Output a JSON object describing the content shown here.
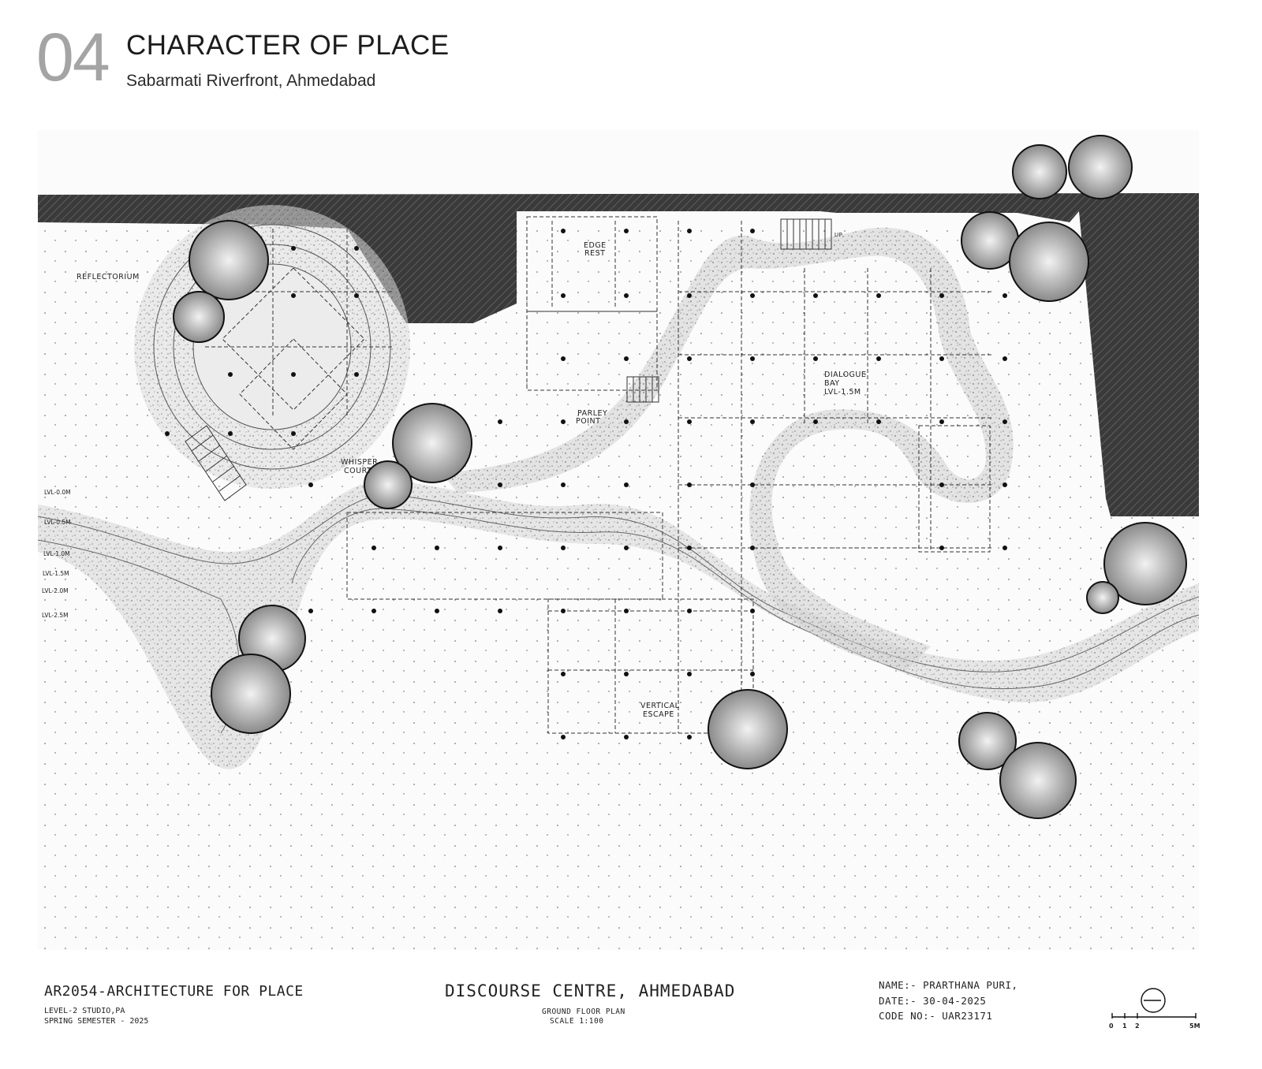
{
  "header": {
    "number": "04",
    "title": "CHARACTER OF PLACE",
    "subtitle": "Sabarmati Riverfront, Ahmedabad"
  },
  "plan": {
    "spaces": {
      "reflectorium": "REFLECTORIUM",
      "edge_rest_1": "EDGE",
      "edge_rest_2": "REST",
      "parley_1": "PARLEY",
      "parley_2": "POINT",
      "dialogue_1": "DIALOGUE",
      "dialogue_2": "BAY",
      "dialogue_lvl": "LVL-1.5M",
      "whisper_1": "WHISPER",
      "whisper_2": "COURT",
      "vertical_1": "VERTICAL",
      "vertical_2": "ESCAPE"
    },
    "levels": [
      "LVL-0.0M",
      "LVL-0.5M",
      "LVL-1.0M",
      "LVL-1.5M",
      "LVL-2.0M",
      "LVL-2.5M"
    ],
    "stair_up": "UP"
  },
  "titleblock": {
    "course": "AR2054-ARCHITECTURE FOR PLACE",
    "level": "LEVEL-2 STUDIO,PA",
    "semester": "SPRING SEMESTER - 2025",
    "project": "DISCOURSE CENTRE, AHMEDABAD",
    "sheet": "GROUND FLOOR PLAN",
    "scale": "SCALE 1:100",
    "name": "NAME:- PRARTHANA PURI,",
    "date": "DATE:- 30-04-2025",
    "code": "CODE NO:- UAR23171",
    "scalebar": [
      "0",
      "1",
      "2",
      "5M"
    ]
  }
}
